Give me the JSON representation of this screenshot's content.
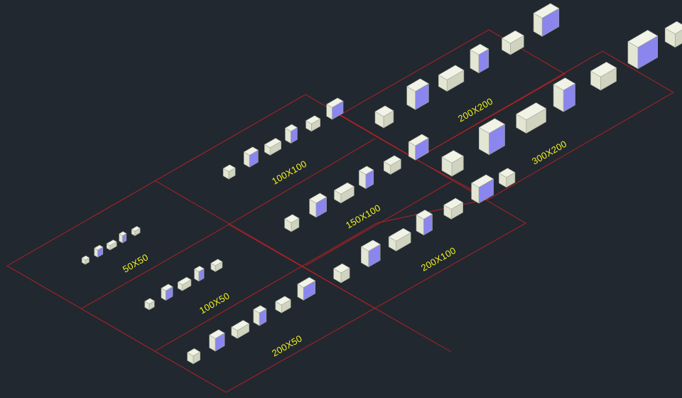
{
  "drawing": {
    "background": "#212830",
    "grid_color": "#b32023",
    "label_color": "#f2f21c",
    "duct_face_color": "#f1f3e6",
    "duct_inner_color": "#8a86ee"
  },
  "groups": [
    {
      "id": "50x50",
      "label": "50X50"
    },
    {
      "id": "100x50",
      "label": "100X50"
    },
    {
      "id": "200x50",
      "label": "200X50"
    },
    {
      "id": "100x100",
      "label": "100X100"
    },
    {
      "id": "150x100",
      "label": "150X100"
    },
    {
      "id": "200x100",
      "label": "200X100"
    },
    {
      "id": "200x200",
      "label": "200X200"
    },
    {
      "id": "300x200",
      "label": "300X200"
    }
  ]
}
